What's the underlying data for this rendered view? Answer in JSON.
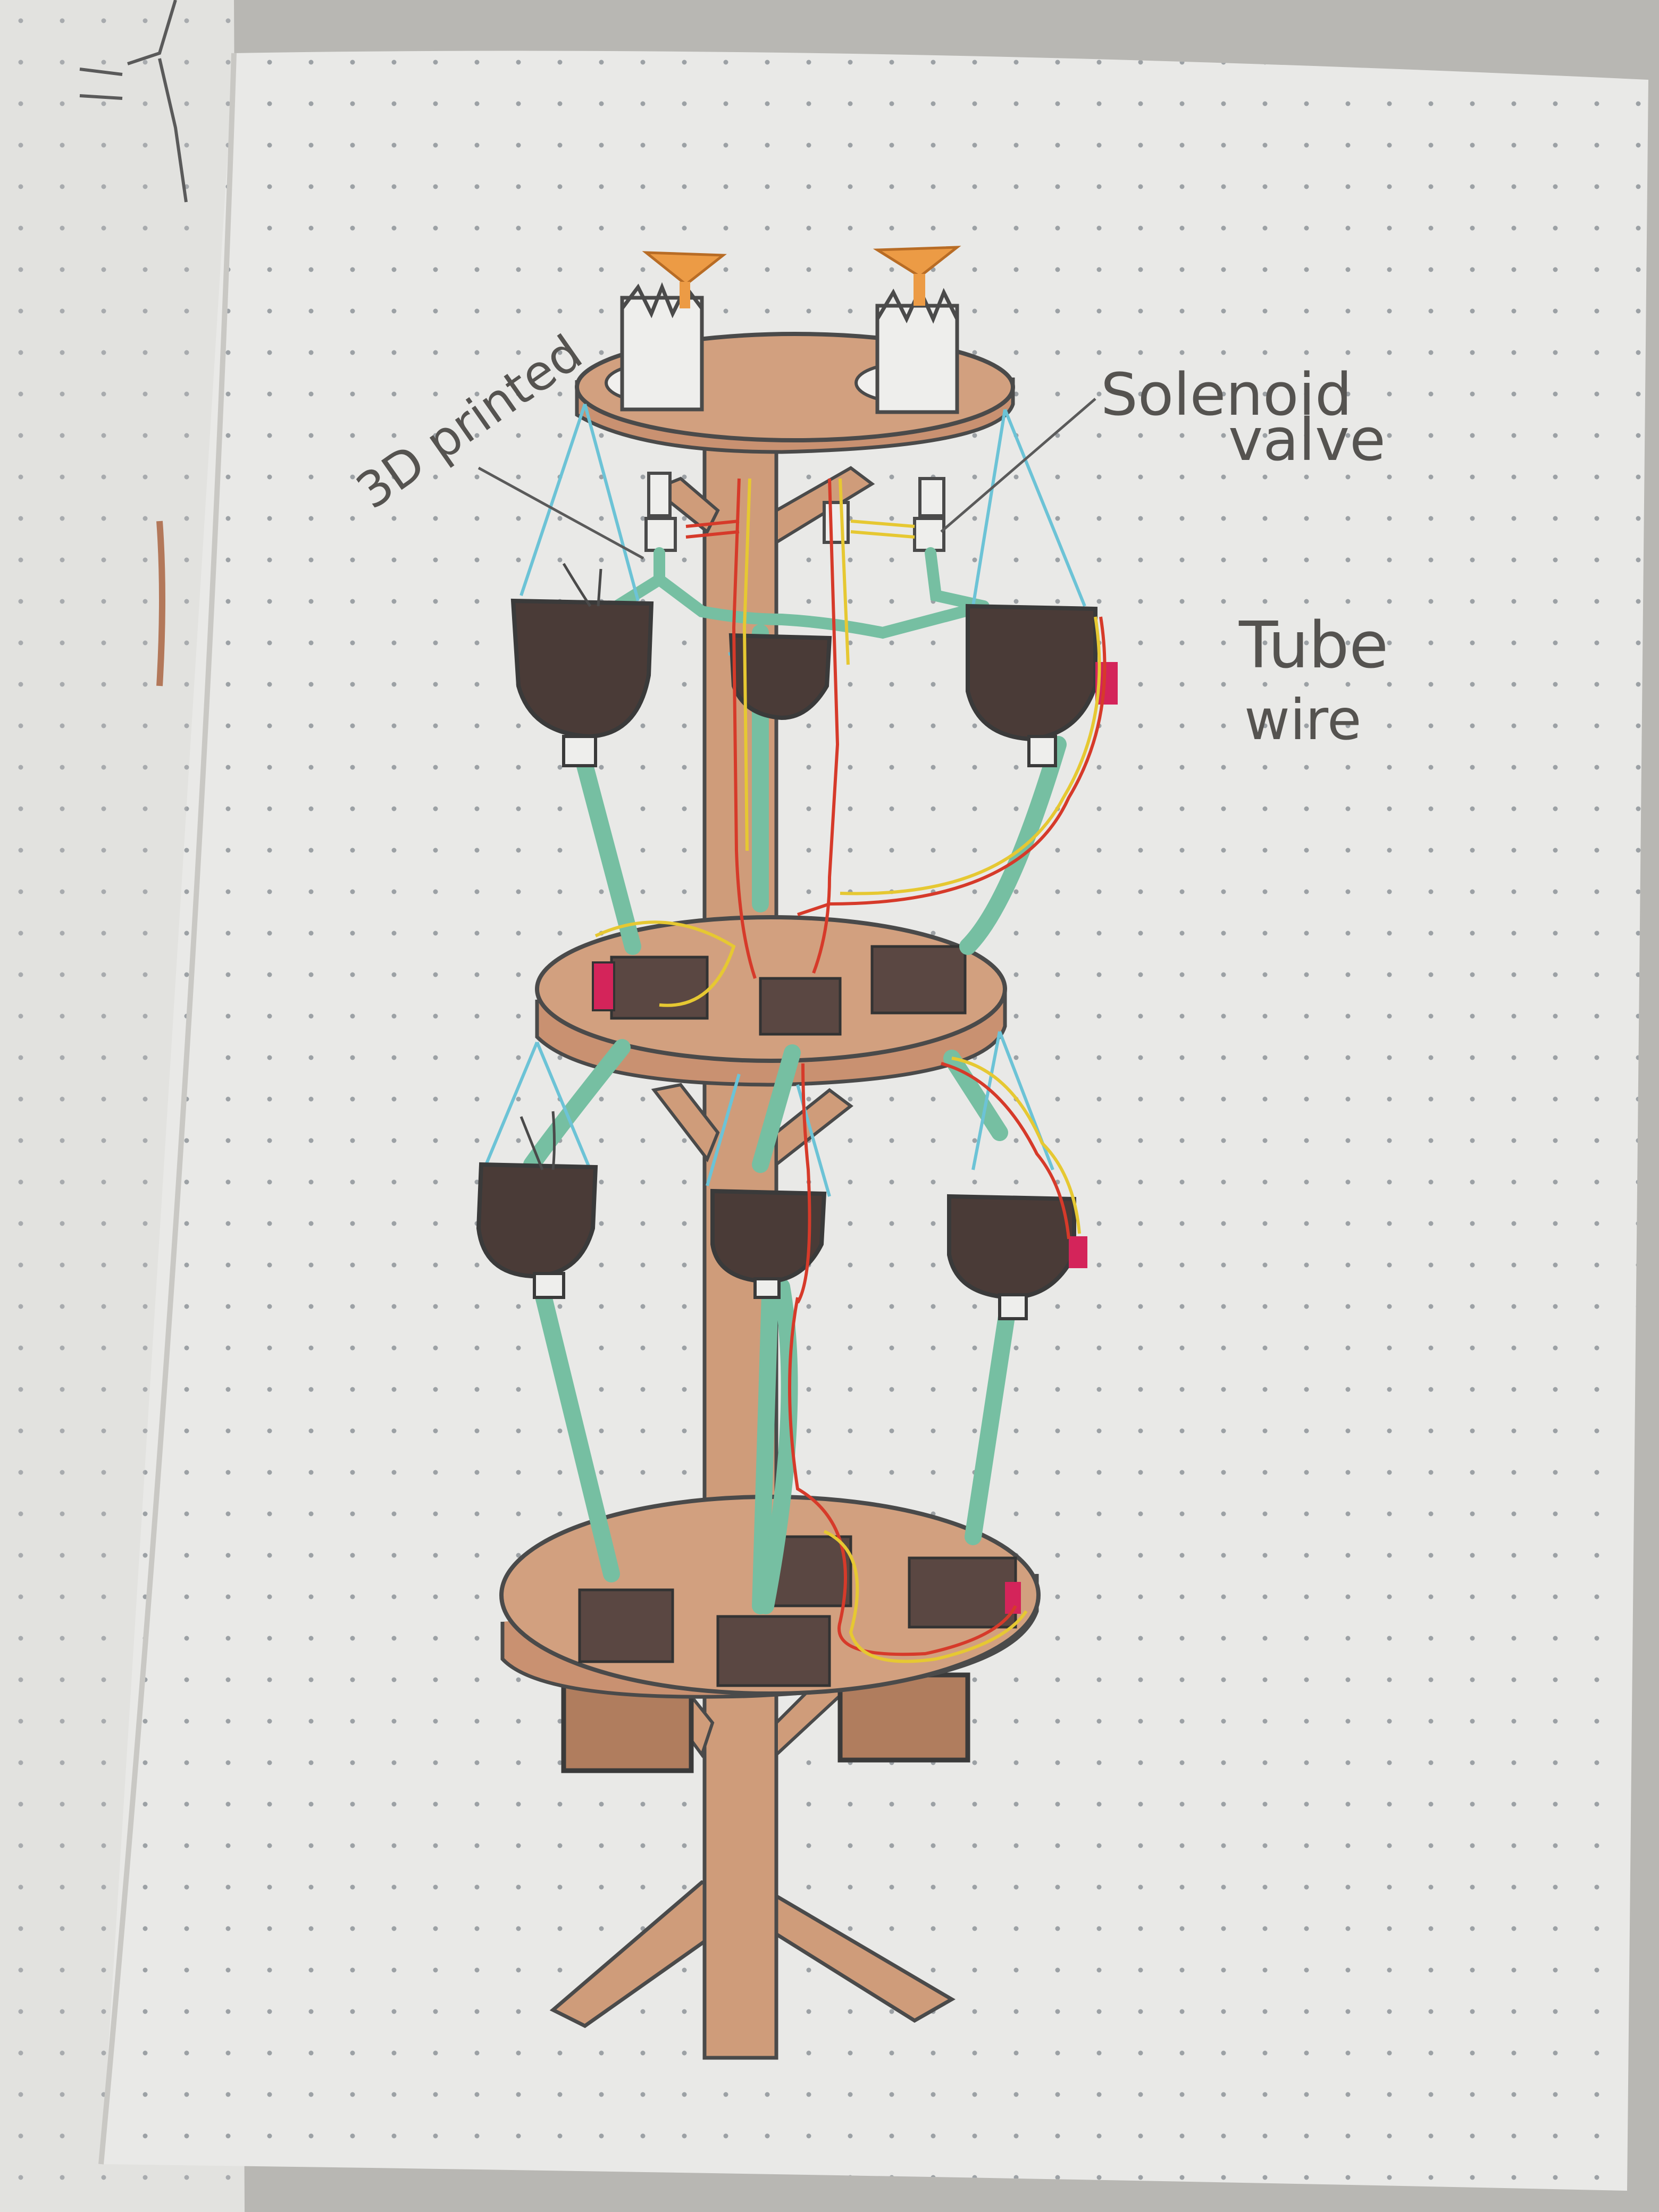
{
  "annotations": {
    "printed_3d": "3D printed",
    "solenoid_line1": "Solenoid",
    "solenoid_line2": "valve",
    "tube": "Tube",
    "wire": "wire"
  },
  "colors": {
    "paper": "#e9e9e7",
    "paper_left": "#e2e2df",
    "grid_dot": "#8f9499",
    "wood": "#cf9c7a",
    "wood_dark": "#b97f58",
    "soil": "#4a3b37",
    "tube": "#76bfa2",
    "wire_red": "#d63a2a",
    "wire_yellow": "#e6c832",
    "wire_blue": "#6cc3d6",
    "magenta": "#d4245a",
    "funnel": "#ec9b45",
    "pencil": "#4a4a4a"
  },
  "icons": [
    "funnel-icon",
    "solenoid-valve-icon",
    "soil-pot-icon",
    "sensor-box-icon",
    "tripod-base-icon"
  ]
}
